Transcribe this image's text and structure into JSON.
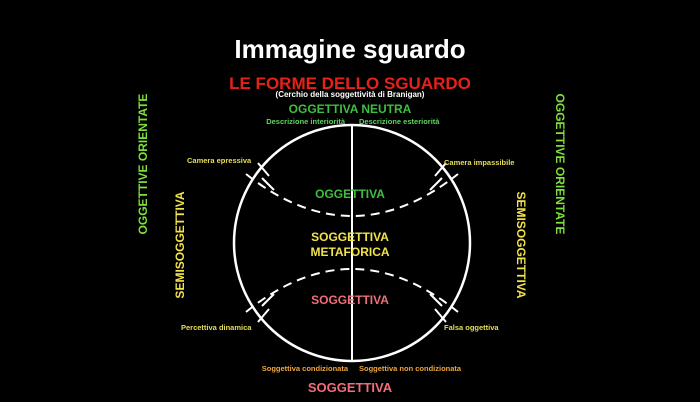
{
  "title": "Immagine sguardo",
  "heading": "LE FORME DELLO SGUARDO",
  "subtitle": "(Cerchio della soggettività di Branigan)",
  "top_label": "OGGETTIVA NEUTRA",
  "bottom_label": "SOGGETTIVA",
  "labels": {
    "descrizione_interiorita": "Descrizione interiorità",
    "descrizione_esteriorita": "Descrizione esteriorità",
    "camera_espressiva": "Camera epressiva",
    "camera_impassibile": "Camera impassibile",
    "percettiva_dinamica": "Percettiva dinamica",
    "falsa_oggettiva": "Falsa oggettiva",
    "soggettiva_condizionata": "Soggettiva condizionata",
    "soggettiva_non_condizionata": "Soggettiva non condizionata"
  },
  "circle": {
    "oggettiva": "OGGETTIVA",
    "metaforica_line1": "SOGGETTIVA",
    "metaforica_line2": "METAFORICA",
    "soggettiva": "SOGGETTIVA"
  },
  "sides": {
    "left_outer": "OGGETTIVE ORIENTATE",
    "left_inner": "SEMISOGGETTIVA",
    "right_outer": "OGGETTIVE ORIENTATE",
    "right_inner": "SEMISOGGETTIVA"
  },
  "colors": {
    "background": "#000000",
    "title": "#ffffff",
    "heading": "#e8201a",
    "green": "#3fbf3f",
    "light_green": "#7ee03c",
    "yellow": "#f2e24b",
    "pink": "#f06e78",
    "orange": "#f0a63a"
  }
}
